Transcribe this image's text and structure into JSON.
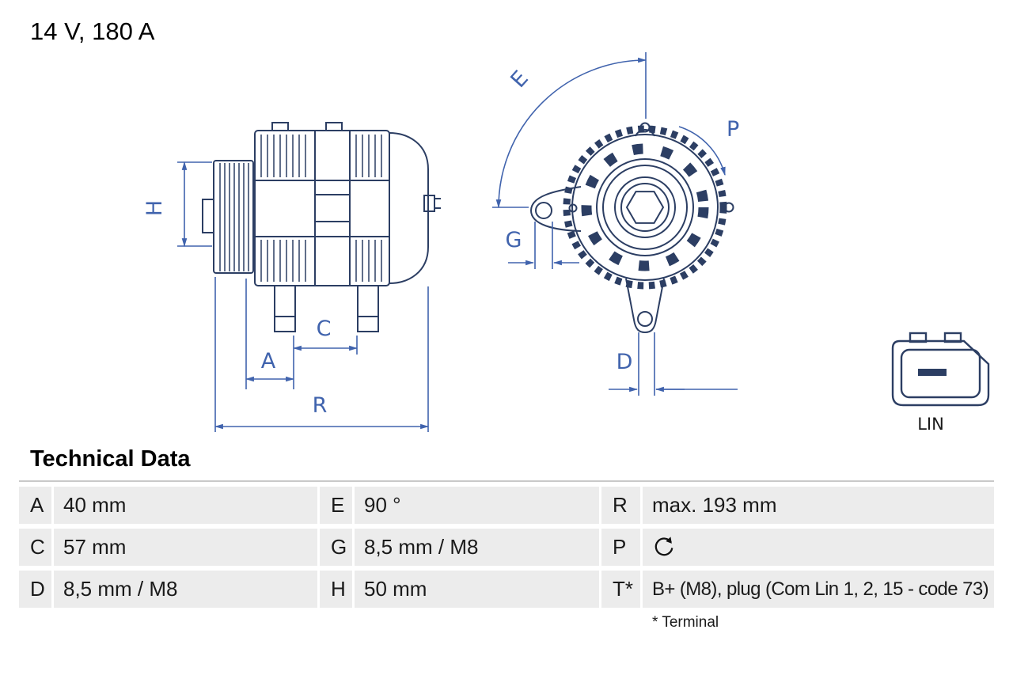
{
  "title": "14 V, 180 A",
  "drawing": {
    "labels": {
      "A": "A",
      "C": "C",
      "D": "D",
      "E": "E",
      "G": "G",
      "H": "H",
      "P": "P",
      "R": "R"
    },
    "connector_label": "LIN"
  },
  "table": {
    "heading": "Technical Data",
    "rows": [
      [
        {
          "key": "A",
          "value": "40 mm"
        },
        {
          "key": "E",
          "value": "90 °"
        },
        {
          "key": "R",
          "value": "max. 193 mm"
        }
      ],
      [
        {
          "key": "C",
          "value": "57 mm"
        },
        {
          "key": "G",
          "value": "8,5 mm / M8"
        },
        {
          "key": "P",
          "value": "",
          "icon": "counterclockwise-rotation-icon"
        }
      ],
      [
        {
          "key": "D",
          "value": "8,5 mm / M8"
        },
        {
          "key": "H",
          "value": "50 mm"
        },
        {
          "key": "T*",
          "value": "B+ (M8), plug (Com Lin 1, 2, 15 - code 73)"
        }
      ]
    ],
    "footnote": "* Terminal"
  },
  "colors": {
    "dimension_blue": "#4063ad",
    "part_navy": "#2c3e63",
    "row_gray": "#ececec"
  }
}
